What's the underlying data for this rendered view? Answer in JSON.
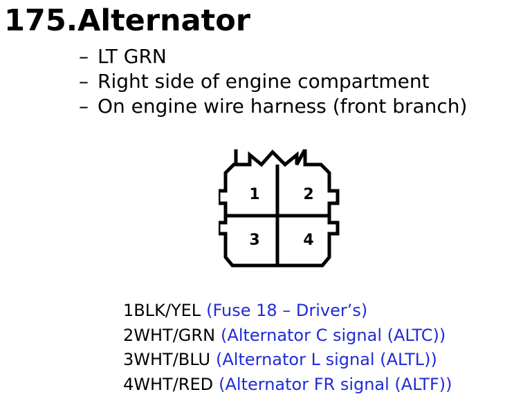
{
  "title": "175.Alternator",
  "details": [
    "LT GRN",
    "Right side of engine compartment",
    "On engine wire harness (front branch)"
  ],
  "dash": "–",
  "connector": {
    "pin_labels": [
      "1",
      "2",
      "3",
      "4"
    ]
  },
  "pins": [
    {
      "pin": "1",
      "wire": "BLK/YEL",
      "desc": "(Fuse 18 – Driver’s)"
    },
    {
      "pin": "2",
      "wire": "WHT/GRN",
      "desc": "(Alternator C signal (ALTC))"
    },
    {
      "pin": "3",
      "wire": "WHT/BLU",
      "desc": "(Alternator L signal (ALTL))"
    },
    {
      "pin": "4",
      "wire": "WHT/RED",
      "desc": "(Alternator FR signal (ALTF))"
    }
  ],
  "colors": {
    "desc_text": "#1f2bd6",
    "body_text": "#000000"
  }
}
